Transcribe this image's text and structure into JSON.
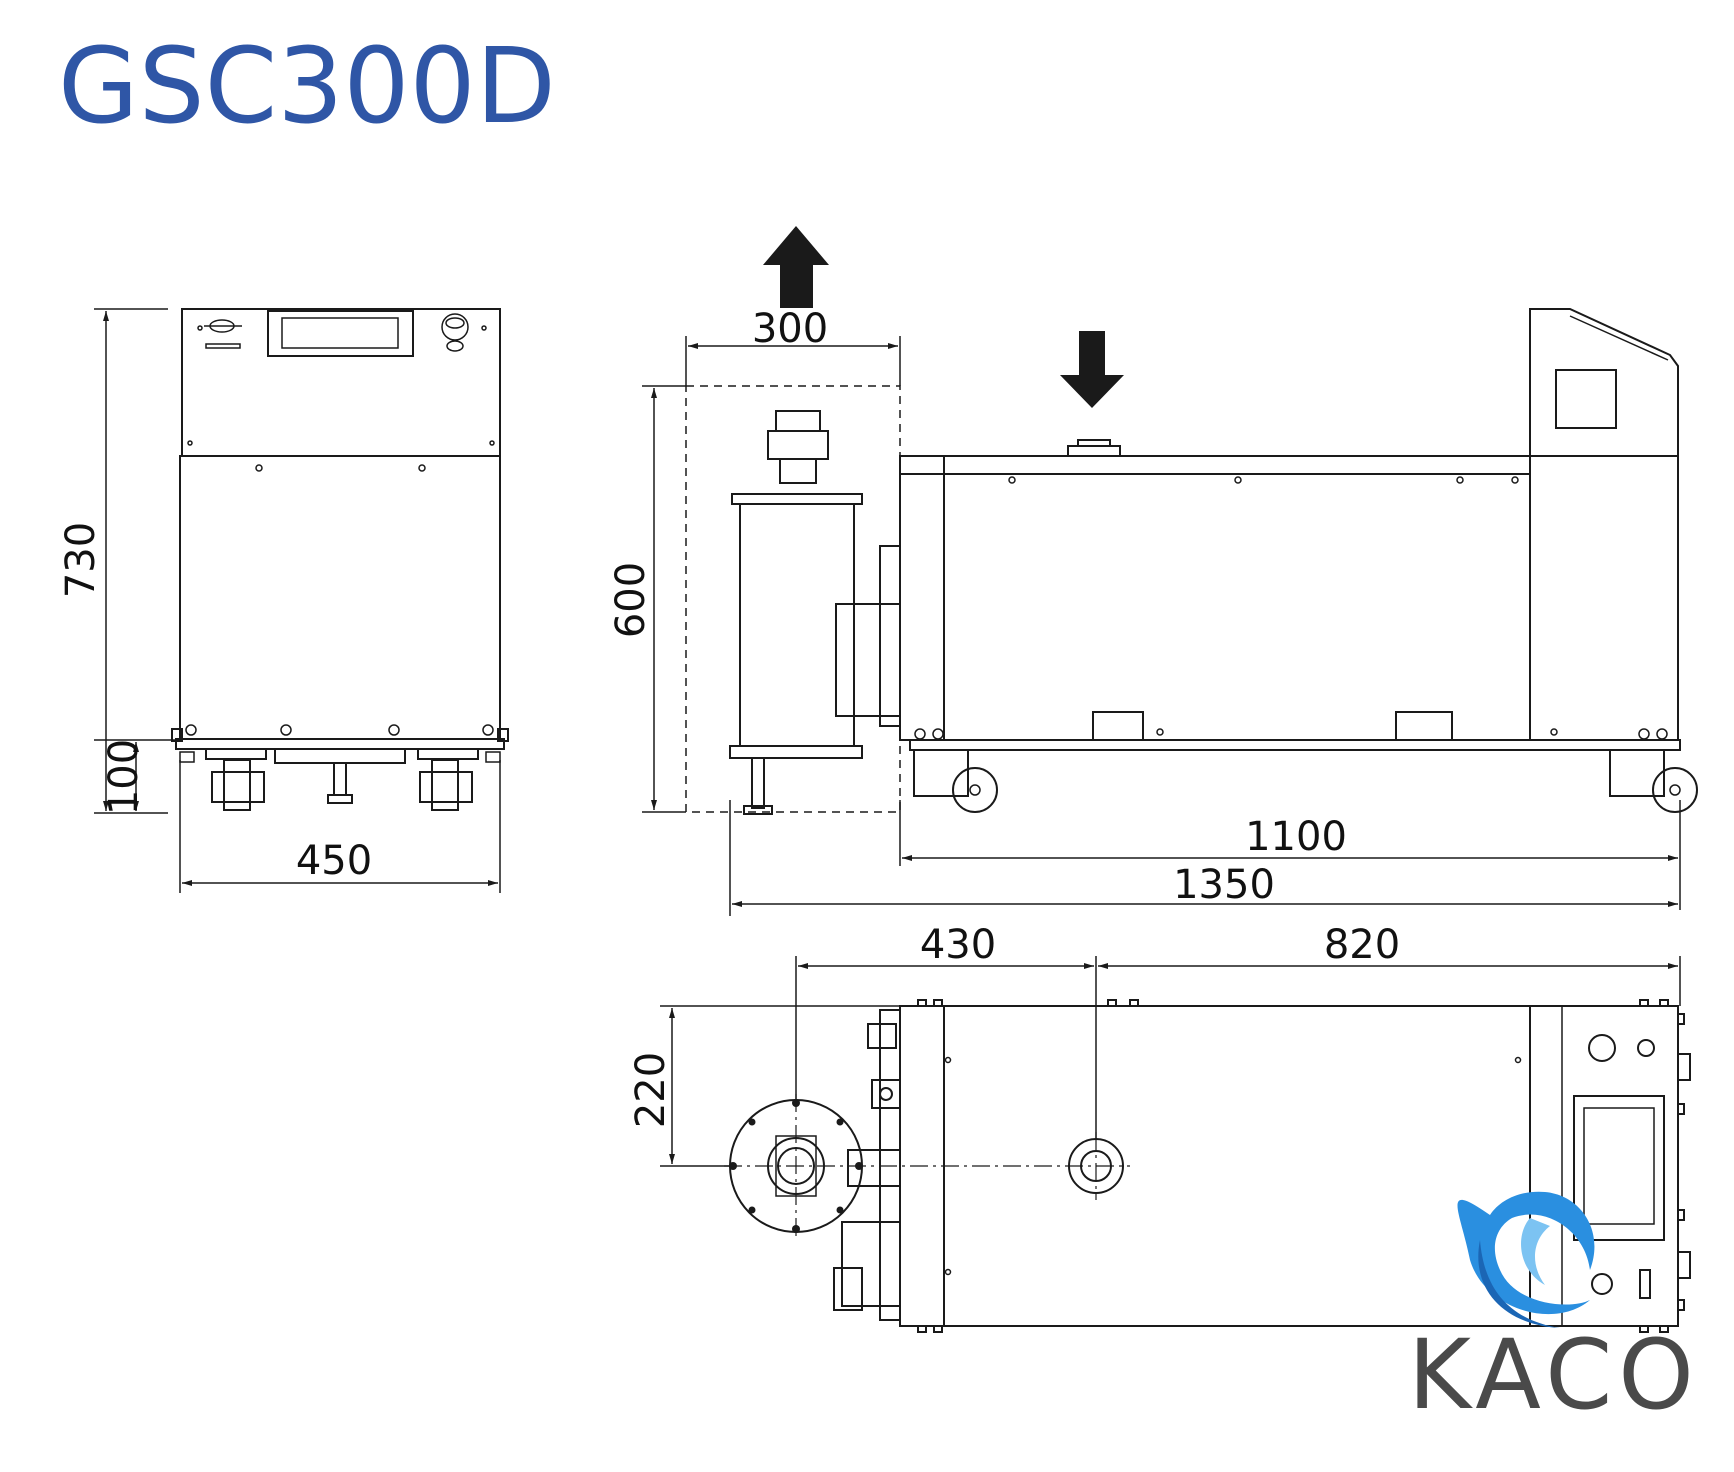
{
  "title": "GSC300D",
  "brand": {
    "name": "KACO",
    "colors": {
      "logo_blue": "#2a8fe0",
      "logo_text": "#4a4a4a",
      "title": "#2f56a6"
    }
  },
  "dimensions": {
    "front_height": "730",
    "front_base": "100",
    "front_width": "450",
    "side_top": "300",
    "side_height": "600",
    "side_body": "1100",
    "side_total": "1350",
    "top_left": "430",
    "top_right": "820",
    "top_offset": "220"
  },
  "icons": {
    "outlet": "up-arrow-icon",
    "inlet": "down-arrow-icon"
  }
}
